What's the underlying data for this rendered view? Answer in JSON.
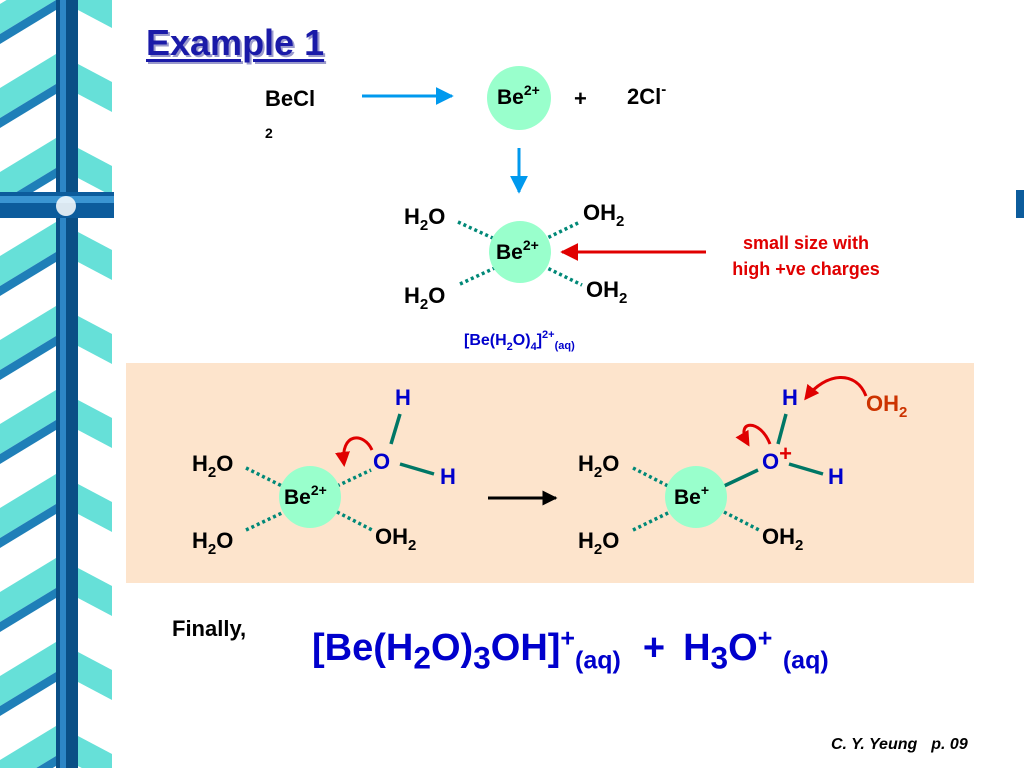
{
  "title": "Example 1",
  "dissociation": {
    "reactant": "BeCl",
    "reactant_sub": "2",
    "cation": "Be",
    "cation_charge": "2+",
    "plus": "+",
    "anion": "2Cl",
    "anion_charge": "-"
  },
  "hydrated": {
    "center": "Be",
    "center_charge": "2+",
    "ligand_left_top": [
      "H",
      "2",
      "O"
    ],
    "ligand_left_bottom": [
      "H",
      "2",
      "O"
    ],
    "ligand_right_top": [
      "OH",
      "2"
    ],
    "ligand_right_bottom": [
      "OH",
      "2"
    ],
    "note_line1": "small size with",
    "note_line2": "high +ve charges",
    "formula": {
      "open": "[Be(H",
      "sub1": "2",
      "mid": "O)",
      "sub2": "4",
      "close": "]",
      "charge": "2+",
      "state": "(aq)"
    }
  },
  "mechanism": {
    "left": {
      "center": "Be",
      "center_charge": "2+",
      "water_o": "O",
      "water_h_top": "H",
      "water_h_right": "H",
      "ligand_left_top": [
        "H",
        "2",
        "O"
      ],
      "ligand_left_bottom": [
        "H",
        "2",
        "O"
      ],
      "ligand_right_bottom": [
        "OH",
        "2"
      ]
    },
    "right": {
      "center": "Be",
      "center_charge": "+",
      "water_o": "O",
      "water_o_charge": "+",
      "water_h_top": "H",
      "water_h_right": "H",
      "attacking_water": [
        "OH",
        "2"
      ],
      "ligand_left_top": [
        "H",
        "2",
        "O"
      ],
      "ligand_left_bottom": [
        "H",
        "2",
        "O"
      ],
      "ligand_right_bottom": [
        "OH",
        "2"
      ]
    }
  },
  "final": {
    "label": "Finally,",
    "p1": {
      "open": "[Be(H",
      "sub1": "2",
      "mid": "O)",
      "sub2": "3",
      "close": "OH]",
      "charge": "+",
      "state": "(aq)"
    },
    "plus": "+",
    "p2": {
      "base": "H",
      "sub": "3",
      "o": "O",
      "charge": "+",
      "state": "(aq)"
    }
  },
  "footer": {
    "author": "C. Y. Yeung",
    "page": "p. 09"
  },
  "colors": {
    "sphere": "#99ffcc",
    "panel": "#fde4cc",
    "arrow_blue": "#0099ee",
    "arrow_red": "#e00000",
    "ribbon_light": "#66e0d8",
    "ribbon_dark": "#0a6aa8",
    "bond_dotted": "#008877",
    "title": "#1a1aa8"
  }
}
